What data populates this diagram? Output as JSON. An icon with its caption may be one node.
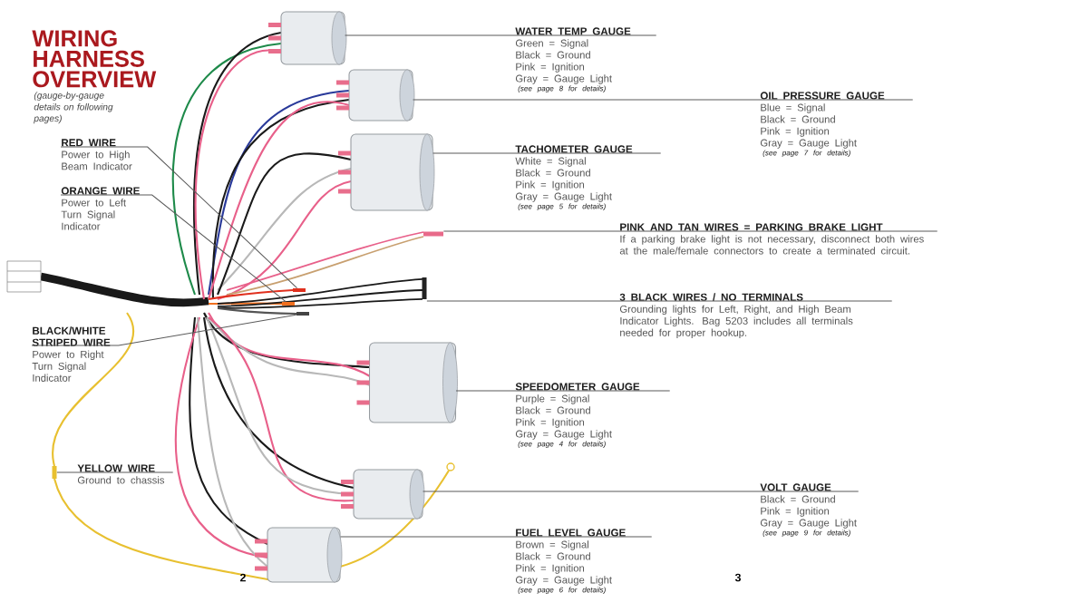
{
  "diagram": {
    "title": "WIRING HARNESS OVERVIEW",
    "nodes": [
      {
        "text": [
          "RED WIRE",
          "Power to High Beam Indicator"
        ]
      },
      {
        "text": [
          "ORANGE WIRE",
          "Power to Left Turn Signal Indicator"
        ]
      },
      {
        "text": [
          "BLACK/WHITE STRIPED WIRE",
          "Power to Right Turn Signal Indicator"
        ]
      },
      {
        "text": [
          "YELLOW WIRE",
          "Ground to chassis"
        ]
      },
      {
        "text": [
          "WATER TEMP GAUGE",
          "Green = Signal",
          "Black = Ground",
          "Pink = Ignition",
          "Gray = Gauge Light",
          "(see page 8 for details)"
        ]
      },
      {
        "text": [
          "OIL PRESSURE GAUGE",
          "Blue = Signal",
          "Black = Ground",
          "Pink = Ignition",
          "Gray = Gauge Light",
          "(see page 7 for details)"
        ]
      },
      {
        "text": [
          "TACHOMETER GAUGE",
          "White = Signal",
          "Black = Ground",
          "Pink = Ignition",
          "Gray = Gauge Light",
          "(see page 5 for details)"
        ]
      },
      {
        "text": [
          "PINK AND TAN WIRES = PARKING BRAKE LIGHT",
          "If a parking brake light is not necessary, disconnect both wires at the male/female connectors to create a terminated circuit."
        ]
      },
      {
        "text": [
          "3 BLACK WIRES / NO TERMINALS",
          "Grounding lights for Left, Right, and High Beam Indicator Lights. Bag 5203 includes all terminals needed for proper hookup."
        ]
      },
      {
        "text": [
          "SPEEDOMETER GAUGE",
          "Purple = Signal",
          "Black = Ground",
          "Pink = Ignition",
          "Gray = Gauge Light",
          "(see page 4 for details)"
        ]
      },
      {
        "text": [
          "VOLT GAUGE",
          "Black = Ground",
          "Pink = Ignition",
          "Gray = Gauge Light",
          "(see page 9 for details)"
        ]
      },
      {
        "text": [
          "FUEL LEVEL GAUGE",
          "Brown = Signal",
          "Black = Ground",
          "Pink = Ignition",
          "Gray = Gauge Light",
          "(see page 6 for details)"
        ]
      },
      {
        "text": [],
        "shape": "gauge"
      },
      {
        "text": [],
        "shape": "gauge"
      },
      {
        "text": [],
        "shape": "gauge"
      },
      {
        "text": [],
        "shape": "wire"
      },
      {
        "text": [],
        "shape": "wire"
      },
      {
        "text": [],
        "shape": "gauge"
      },
      {
        "text": [],
        "shape": "gauge"
      },
      {
        "text": [],
        "shape": "gauge"
      },
      {
        "text": [],
        "shape": "wire"
      },
      {
        "text": [],
        "shape": "wire"
      },
      {
        "text": [],
        "shape": "wire"
      },
      {
        "text": [],
        "shape": "wire"
      }
    ],
    "edges": [
      {
        "from": 0,
        "to": 20,
        "arrow": "none"
      },
      {
        "from": 1,
        "to": 21,
        "arrow": "none"
      },
      {
        "from": 2,
        "to": 22,
        "arrow": "none"
      },
      {
        "from": 3,
        "to": 23,
        "arrow": "none"
      },
      {
        "from": 4,
        "to": 12,
        "arrow": "none"
      },
      {
        "from": 5,
        "to": 13,
        "arrow": "none"
      },
      {
        "from": 6,
        "to": 14,
        "arrow": "none"
      },
      {
        "from": 7,
        "to": 15,
        "arrow": "none"
      },
      {
        "from": 8,
        "to": 16,
        "arrow": "none"
      },
      {
        "from": 9,
        "to": 17,
        "arrow": "none"
      },
      {
        "from": 10,
        "to": 18,
        "arrow": "none"
      },
      {
        "from": 11,
        "to": 19,
        "arrow": "none"
      }
    ],
    "labels": [
      "(gauge-by-gauge details on following pages)",
      "2",
      "3"
    ]
  }
}
